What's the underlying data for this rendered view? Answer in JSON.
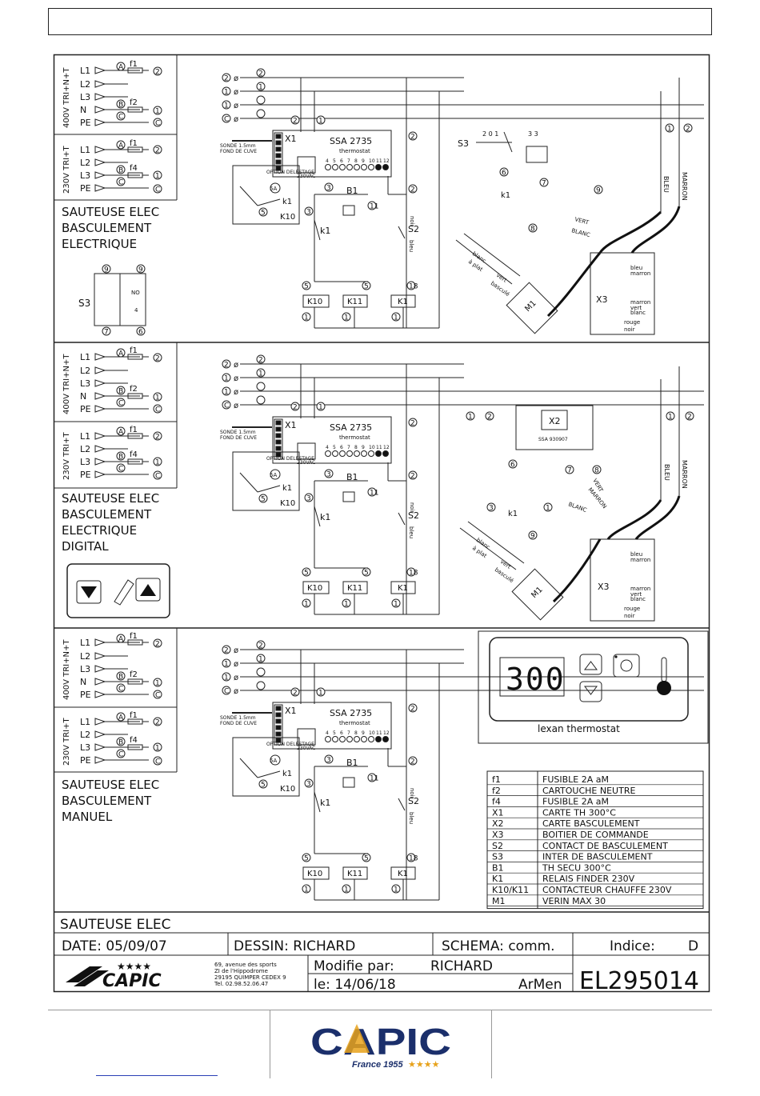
{
  "section1": {
    "supply_400": "400V TRI+N+T",
    "supply_230": "230V TRI+T",
    "lines": [
      "L1",
      "L2",
      "L3",
      "N",
      "PE"
    ],
    "fuses": [
      "f1",
      "f2",
      "f1",
      "f4"
    ],
    "title_lines": [
      "SAUTEUSE ELEC",
      "BASCULEMENT",
      "ELECTRIQUE"
    ],
    "s3_label": "S3"
  },
  "section2": {
    "supply_400": "400V TRI+N+T",
    "supply_230": "230V TRI+T",
    "title_lines": [
      "SAUTEUSE ELEC",
      "BASCULEMENT",
      "ELECTRIQUE",
      "DIGITAL"
    ],
    "x2_label": "X2",
    "ssa_board": "SSA 930907"
  },
  "section3": {
    "supply_400": "400V TRI+N+T",
    "supply_230": "230V TRI+T",
    "title_lines": [
      "SAUTEUSE ELEC",
      "BASCULEMENT",
      "MANUEL"
    ],
    "display_value": "300",
    "lexan_label": "lexan thermostat"
  },
  "common": {
    "ssa_title": "SSA 2735",
    "thermostat": "thermostat",
    "x1": "X1",
    "sonde": "SONDE 1.5mm",
    "fond": "FOND DE CUVE",
    "voltage": "230VAC",
    "b1": "B1",
    "k1": "k1",
    "k10": "K10",
    "k11": "K11",
    "K1": "K1",
    "s2": "S2",
    "x3": "X3",
    "m1": "M1",
    "option_delestage": "OPTION DELESTAGE",
    "wire_noir": "noir",
    "wire_bleu": "bleu",
    "wire_vert": "VERT",
    "wire_blanc": "BLANC",
    "wire_marron": "MARRON",
    "wire_bleu_cap": "BLEU",
    "x3_labels": [
      "bleu",
      "marron",
      "marron",
      "vert",
      "blanc",
      "rouge",
      "noir"
    ],
    "m1_labels": [
      "blanc",
      "à plat",
      "vert",
      "basculé"
    ]
  },
  "legend": [
    {
      "code": "f1",
      "desc": "FUSIBLE 2A aM"
    },
    {
      "code": "f2",
      "desc": "CARTOUCHE NEUTRE"
    },
    {
      "code": "f4",
      "desc": "FUSIBLE 2A aM"
    },
    {
      "code": "X1",
      "desc": "CARTE TH 300°C"
    },
    {
      "code": "X2",
      "desc": "CARTE BASCULEMENT"
    },
    {
      "code": "X3",
      "desc": "BOITIER DE COMMANDE"
    },
    {
      "code": "S2",
      "desc": "CONTACT DE BASCULEMENT"
    },
    {
      "code": "S3",
      "desc": "INTER DE BASCULEMENT"
    },
    {
      "code": "B1",
      "desc": "TH SECU 300°C"
    },
    {
      "code": "K1",
      "desc": "RELAIS FINDER 230V"
    },
    {
      "code": "K10/K11",
      "desc": "CONTACTEUR CHAUFFE 230V"
    },
    {
      "code": "M1",
      "desc": "VERIN MAX 30"
    }
  ],
  "titleblock": {
    "name": "SAUTEUSE ELEC",
    "date": "DATE: 05/09/07",
    "dessin": "DESSIN: RICHARD",
    "schema": "SCHEMA: comm.",
    "indice_label": "Indice:",
    "indice_value": "D",
    "address": [
      "69, avenue des sports",
      "ZI de l'Hippodrome",
      "29195 QUIMPER CEDEX 9",
      "Tel. 02.98.52.06.47"
    ],
    "modifie_label": "Modifie par:",
    "modifie_value": "RICHARD",
    "le": "le: 14/06/18",
    "armen": "ArMen",
    "ref": "EL295014",
    "stars": "★★★★",
    "capic_small": "CAPIC"
  },
  "footer_logo": {
    "brand": "CAPIC",
    "tagline": "France 1955",
    "stars": "★★★★",
    "brand_color": "#1b2f6b",
    "accent_color": "#e7a21b"
  }
}
